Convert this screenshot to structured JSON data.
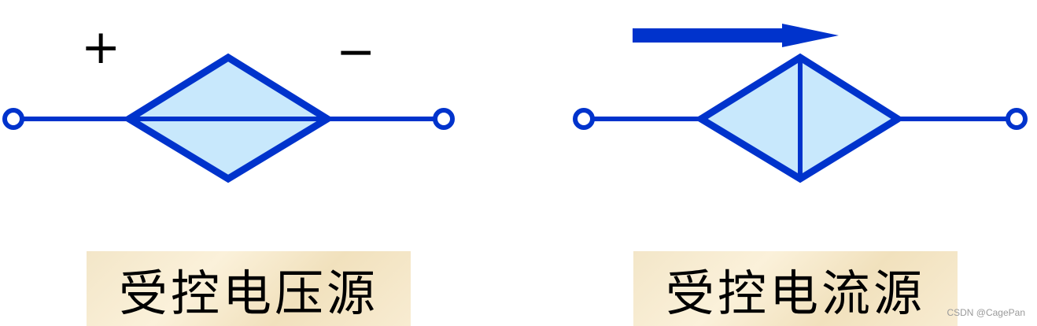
{
  "colors": {
    "stroke": "#0033cc",
    "fill": "#c8e8fc",
    "label_bg": "#f6e8cc"
  },
  "voltage_source": {
    "plus_sign": "+",
    "minus_sign": "−",
    "label": "受控电压源"
  },
  "current_source": {
    "label": "受控电流源"
  },
  "watermark": "CSDN @CagePan"
}
